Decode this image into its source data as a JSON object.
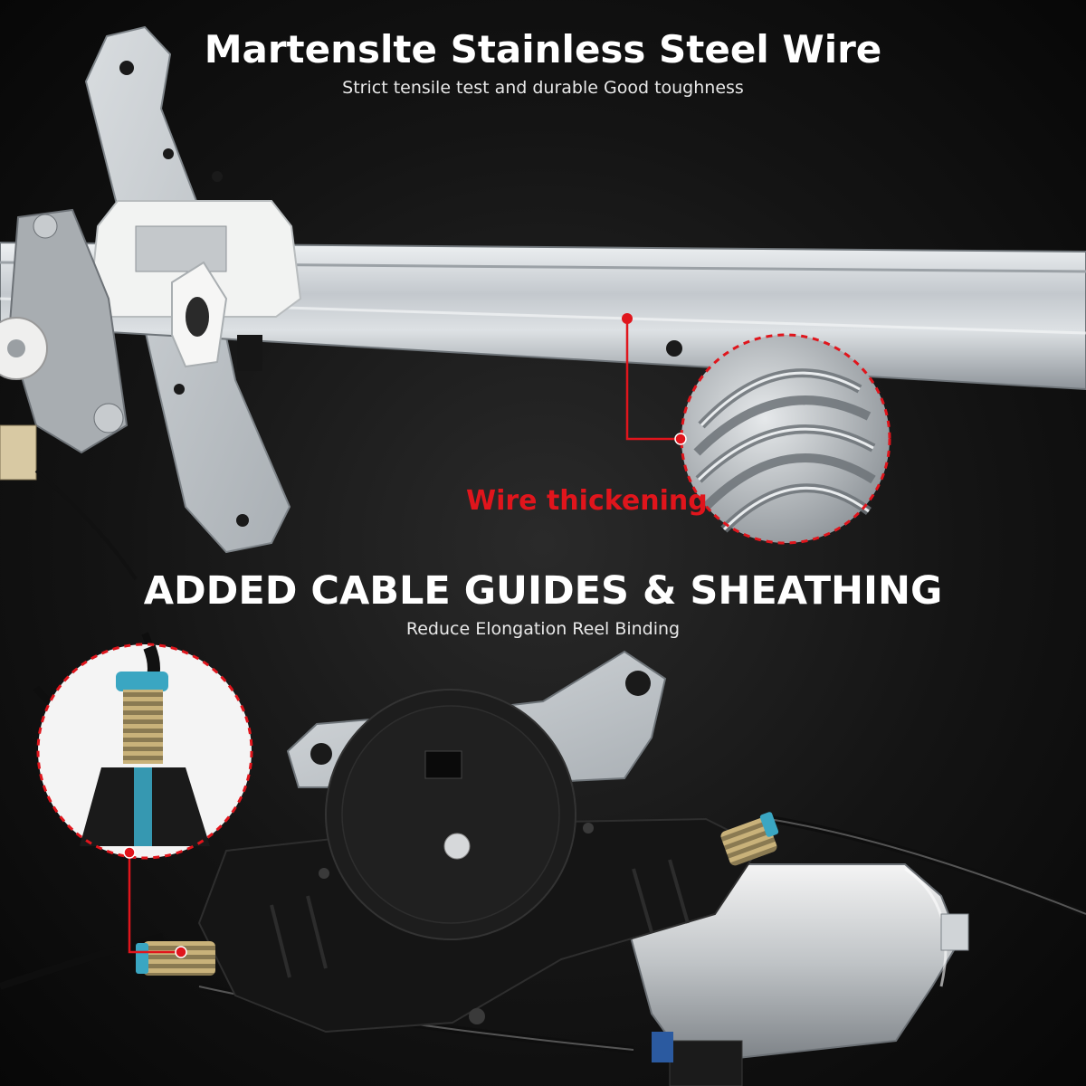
{
  "top_heading": {
    "title": "Martenslte Stainless Steel Wire",
    "subtitle": "Strict tensile test and durable Good toughness"
  },
  "callout_label": "Wire thickening",
  "bottom_heading": {
    "title": "ADDED CABLE GUIDES & SHEATHING",
    "subtitle": "Reduce Elongation Reel Binding"
  },
  "colors": {
    "accent_red": "#e0151c",
    "background": "#141414",
    "steel": "#c9ced3",
    "cable_blue": "#3aa6c2"
  }
}
